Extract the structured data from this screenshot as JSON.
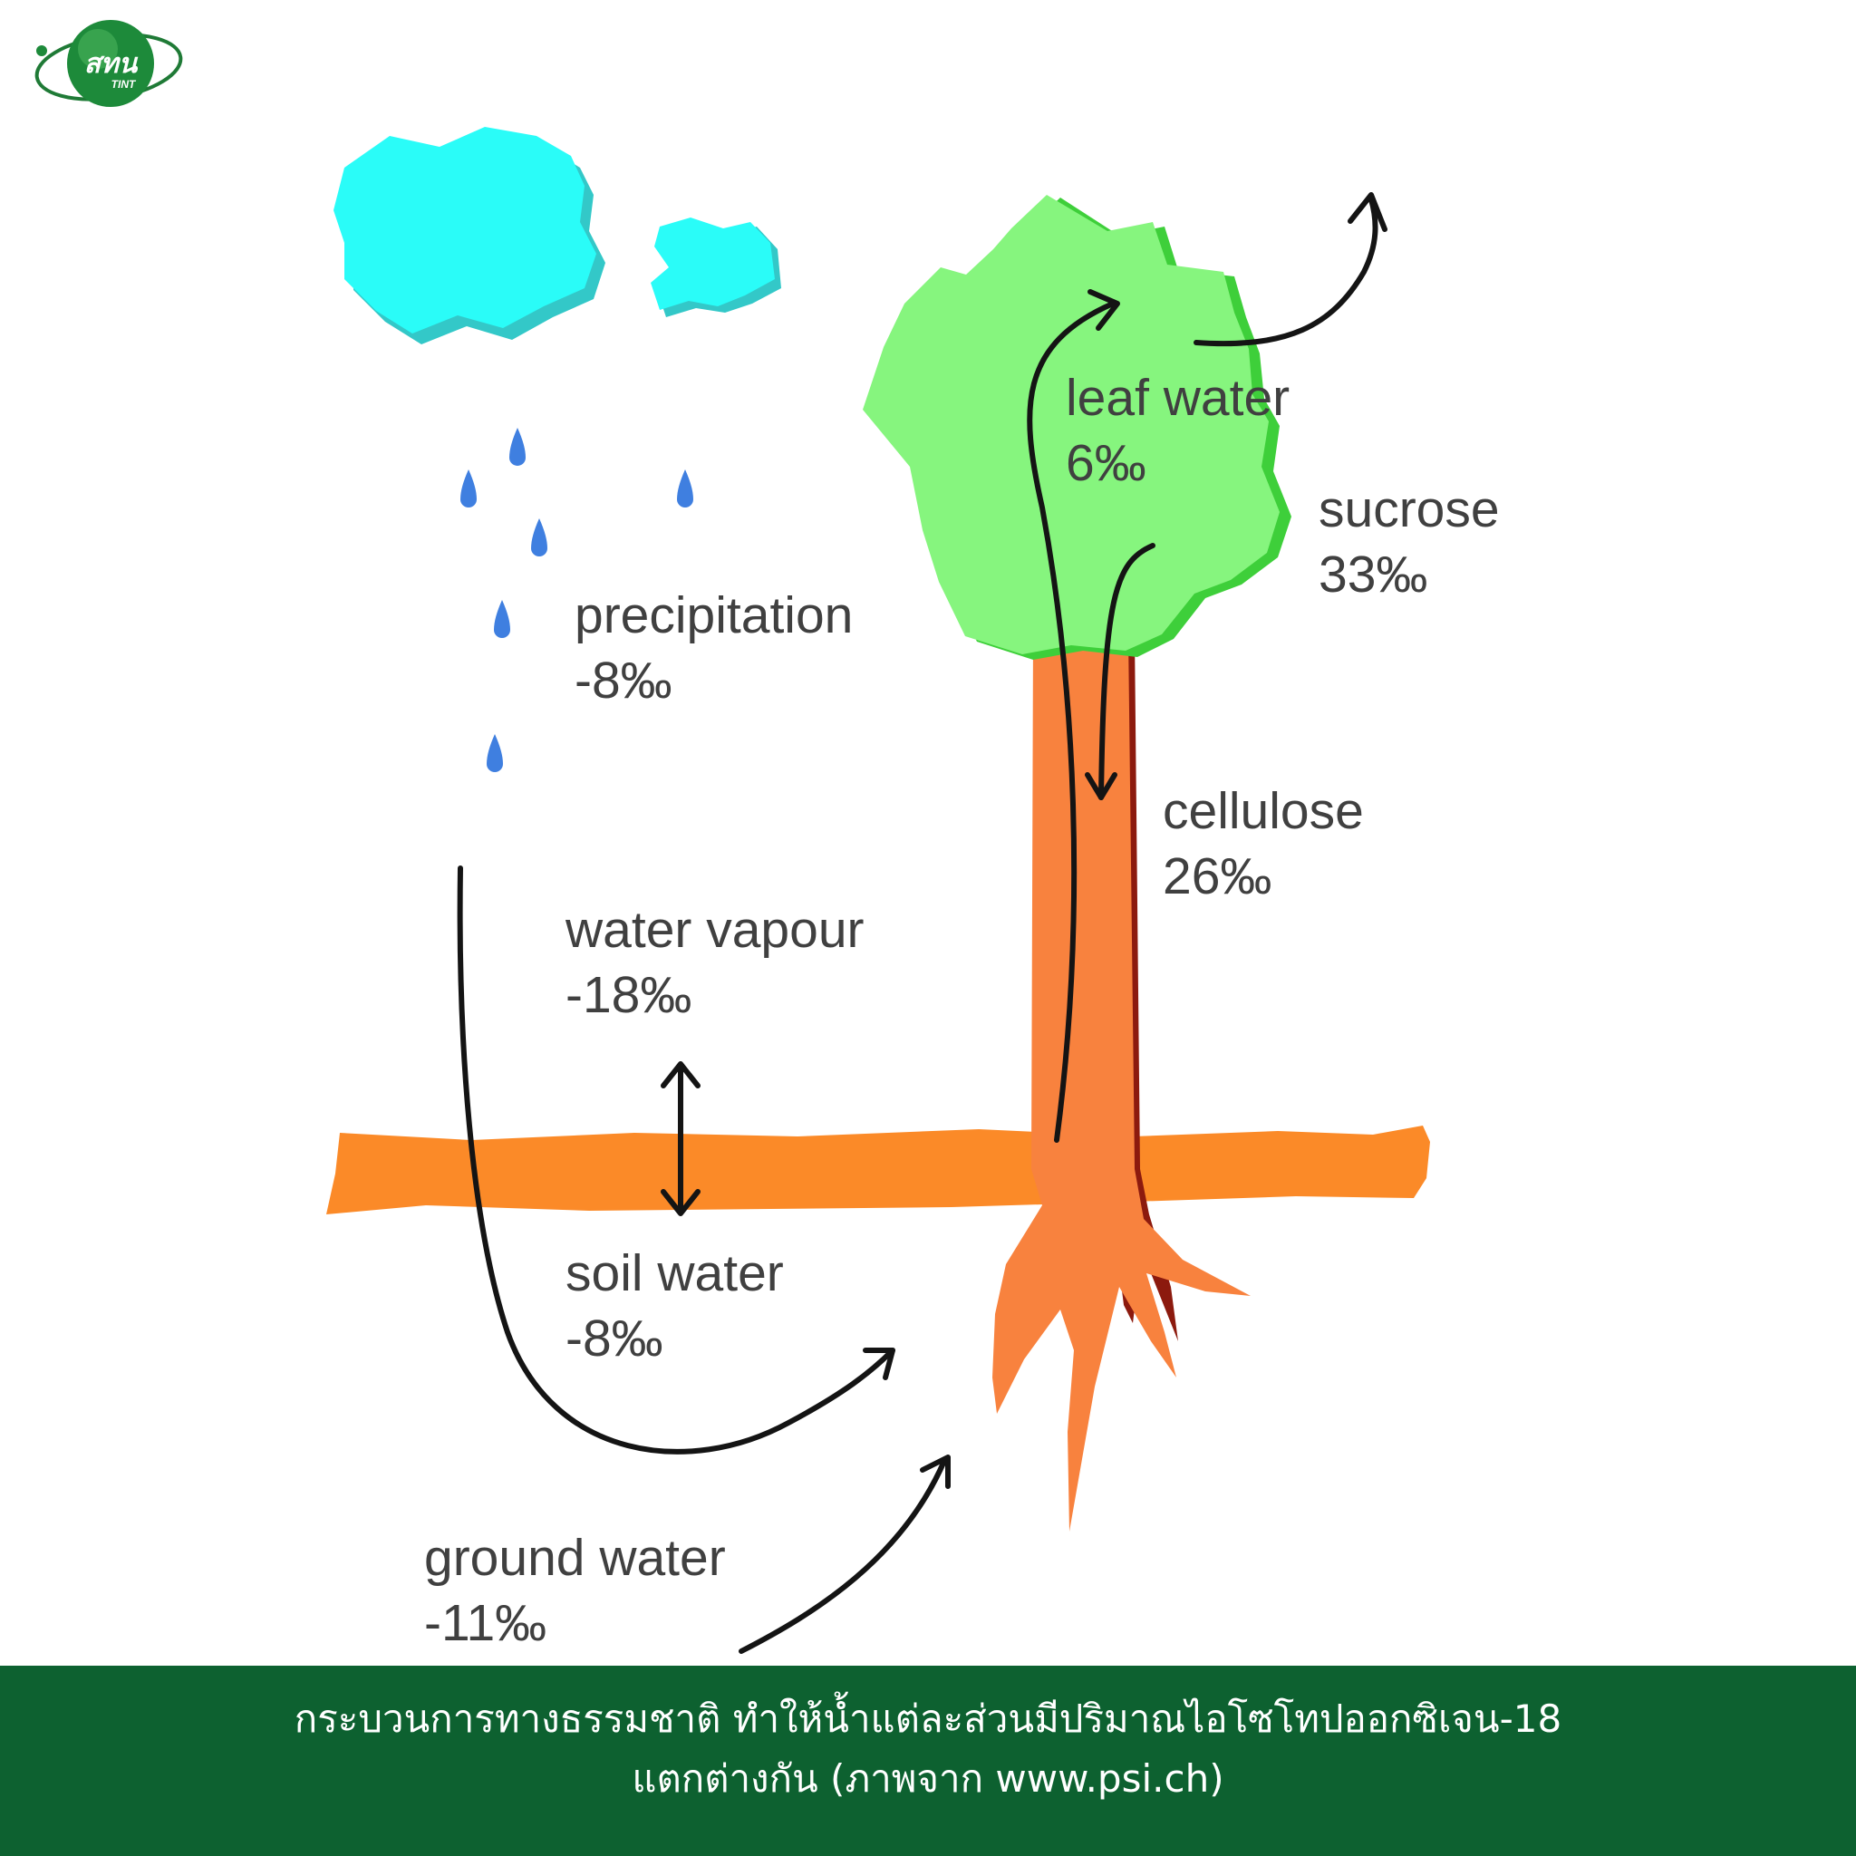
{
  "logo": {
    "text": "สทน",
    "subtext": "TINT"
  },
  "labels": {
    "leaf_water": {
      "name": "leaf water",
      "value": "6‰"
    },
    "sucrose": {
      "name": "sucrose",
      "value": "33‰"
    },
    "precipitation": {
      "name": "precipitation",
      "value": "-8‰"
    },
    "cellulose": {
      "name": "cellulose",
      "value": "26‰"
    },
    "water_vapour": {
      "name": "water vapour",
      "value": "-18‰"
    },
    "soil_water": {
      "name": "soil water",
      "value": "-8‰"
    },
    "ground_water": {
      "name": "ground water",
      "value": "-11‰"
    }
  },
  "caption": {
    "line1": "กระบวนการทางธรรมชาติ ทำให้น้ำแต่ละส่วนมีปริมาณไอโซโทปออกซิเจน-18",
    "line2": "แตกต่างกัน (ภาพจาก www.psi.ch)"
  },
  "colors": {
    "cloud": "#2afcf8",
    "cloud_shadow": "#33c8c8",
    "raindrop": "#3f7fe0",
    "foliage": "#86f57e",
    "foliage_shadow": "#3ecf3a",
    "trunk": "#f8823e",
    "trunk_shadow": "#8c1a0e",
    "soil": "#fb8a28",
    "arrow": "#141414",
    "caption_bar": "#0d6130"
  }
}
